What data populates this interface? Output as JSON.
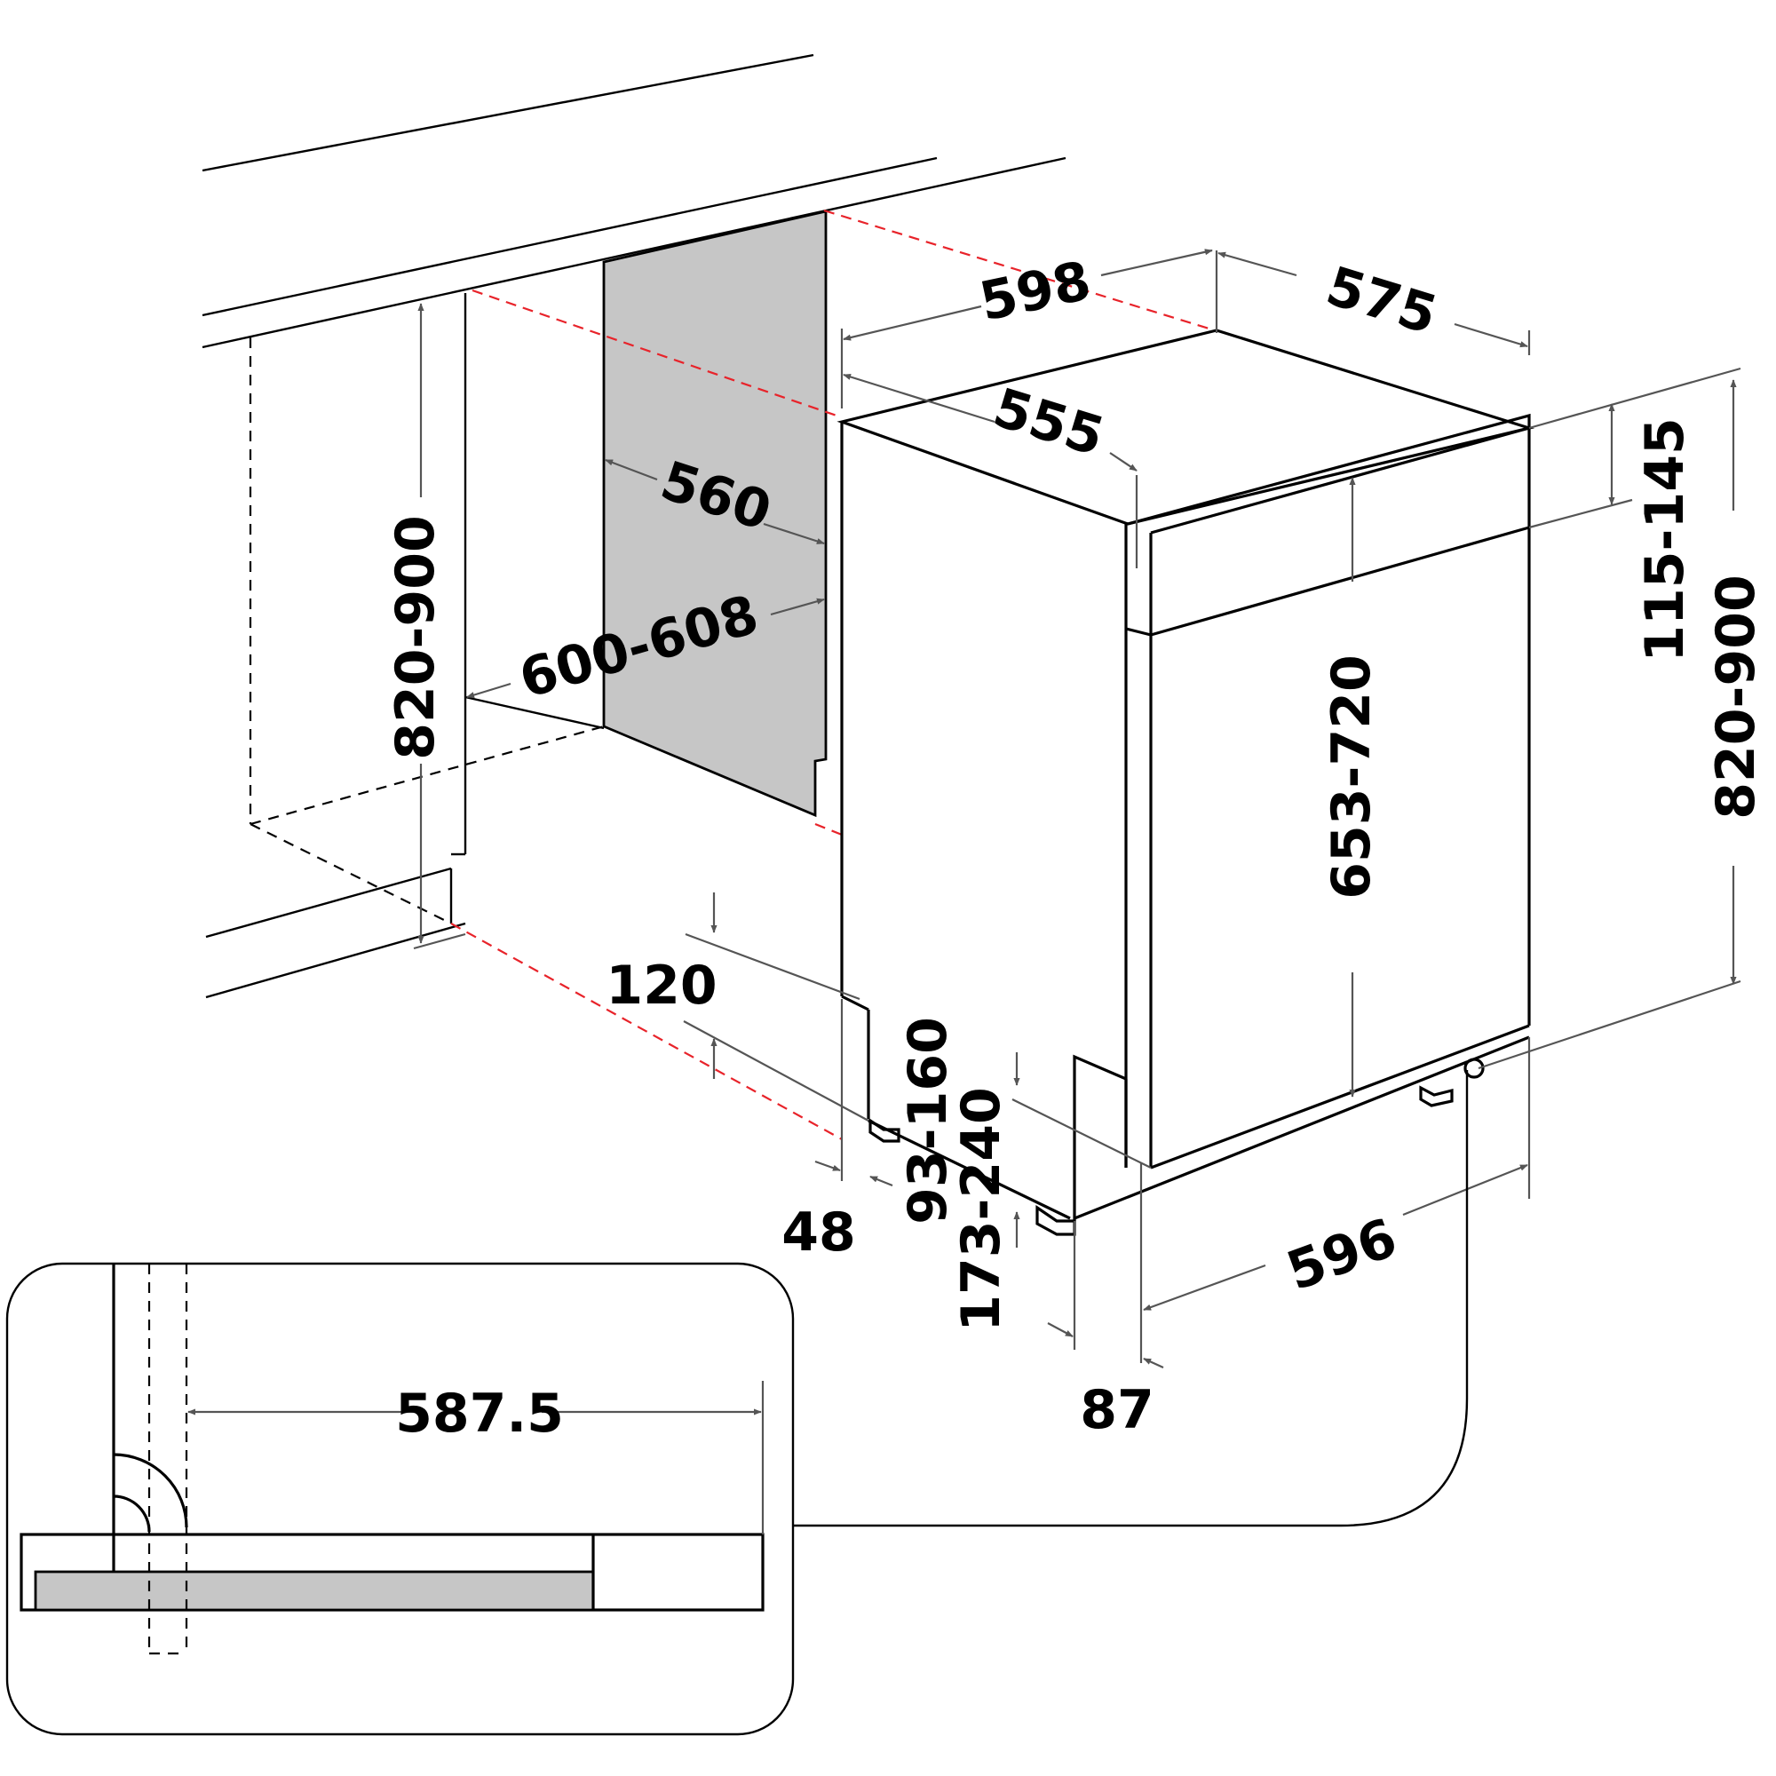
{
  "colors": {
    "line": "#000000",
    "panel": "#c6c6c6",
    "guide": "#e8232a",
    "dimension": "#555555"
  },
  "labels": {
    "w598": "598",
    "d575": "575",
    "d555": "555",
    "d560": "560",
    "w600_608": "600-608",
    "h820_900_left": "820-900",
    "h120": "120",
    "h48": "48",
    "h93_160": "93-160",
    "h173_240": "173-240",
    "h87": "87",
    "h596": "596",
    "h653_720": "653-720",
    "h115_145": "115-145",
    "h820_900_right": "820-900",
    "w587_5": "587.5"
  }
}
